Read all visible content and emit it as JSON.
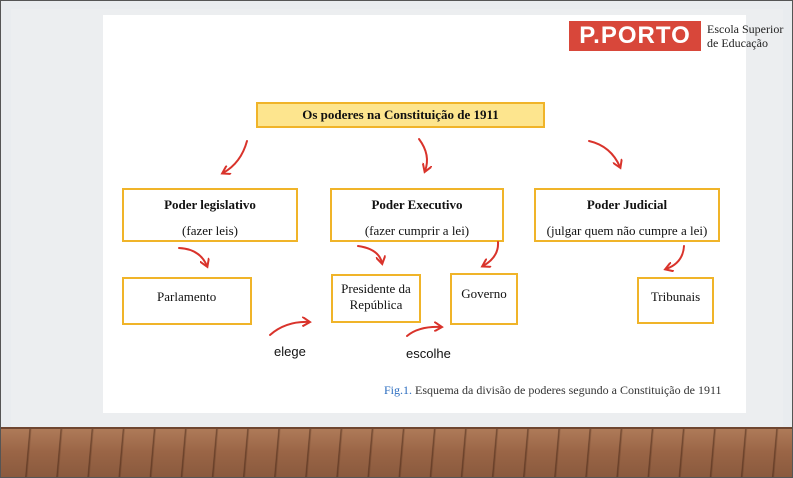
{
  "logo": {
    "brand": "P.PORTO",
    "school_line1": "Escola Superior",
    "school_line2": "de Educação"
  },
  "title": "Os poderes na Constituição de 1911",
  "powers": [
    {
      "name": "Poder legislativo",
      "desc": "(fazer leis)"
    },
    {
      "name": "Poder Executivo",
      "desc": "(fazer cumprir a lei)"
    },
    {
      "name": "Poder Judicial",
      "desc": "(julgar quem não cumpre a lei)"
    }
  ],
  "organs": {
    "parlamento": "Parlamento",
    "presidente_line1": "Presidente da",
    "presidente_line2": "República",
    "governo": "Governo",
    "tribunais": "Tribunais"
  },
  "relations": {
    "elege": "elege",
    "escolhe": "escolhe"
  },
  "caption": {
    "fig": "Fig.1.",
    "text": " Esquema da divisão de poderes segundo a Constituição de 1911"
  },
  "colors": {
    "box_border": "#f0b429",
    "title_fill": "#fde58e",
    "arrow": "#d9332b",
    "logo_red": "#d8473a",
    "caption_fig": "#2a6cbf"
  }
}
